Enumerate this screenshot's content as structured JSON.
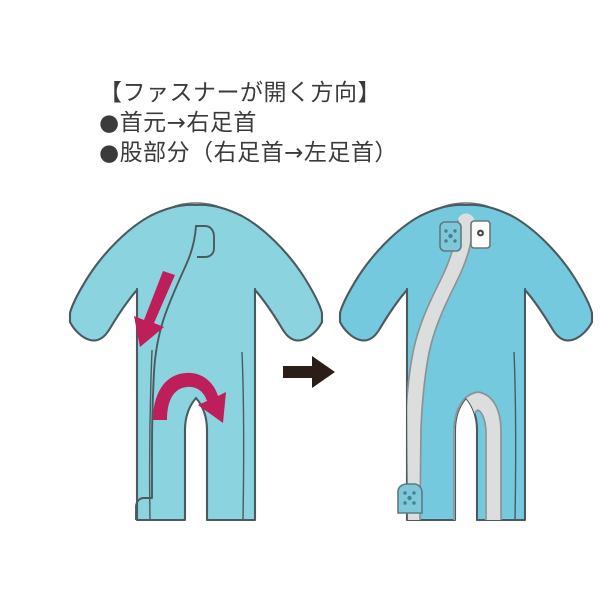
{
  "page": {
    "title": "ファスナーが開く方向",
    "background_color": "#ffffff"
  },
  "instructions": {
    "heading": "【ファスナーが開く方向】",
    "bullet_1": "●首元→右足首",
    "bullet_2": "●股部分（右足首→左足首）"
  },
  "colors": {
    "garment_fill_left": "#8AD3DF",
    "garment_fill_right": "#74C9DE",
    "garment_outline": "#4b5a5f",
    "zipper_tape": "#DCDEDE",
    "zipper_tape_outline": "#8a9497",
    "arrow_magenta": "#BE1E5A",
    "arrow_transition": "#2b1d17",
    "collar_fill": "#f2f2f0",
    "text": "#3b3b3b",
    "pull_tab_fill": "#7ec8da",
    "label_tab_fill": "#fbfbfa"
  },
  "diagram": {
    "left_garment": {
      "name": "baby-romper-zipper-closed",
      "description": "前身頃・ファスナー閉じた状態",
      "arrows": [
        {
          "name": "arrow-neck-to-right-ankle",
          "style": "straight",
          "direction": "down"
        },
        {
          "name": "arrow-crotch-right-to-left",
          "style": "curved",
          "direction": "right-down"
        }
      ],
      "zipper_pull_top": "首元",
      "zipper_end_bottom": "右足首"
    },
    "transition_arrow": {
      "name": "transition-arrow",
      "glyph": "→",
      "direction": "right"
    },
    "right_garment": {
      "name": "baby-romper-zipper-open",
      "description": "ファスナーを開いた状態",
      "tabs": [
        {
          "name": "zipper-pull-tab-neck",
          "type": "pull"
        },
        {
          "name": "brand-label-tab",
          "type": "label"
        },
        {
          "name": "zipper-pull-tab-ankle",
          "type": "pull"
        }
      ]
    }
  }
}
